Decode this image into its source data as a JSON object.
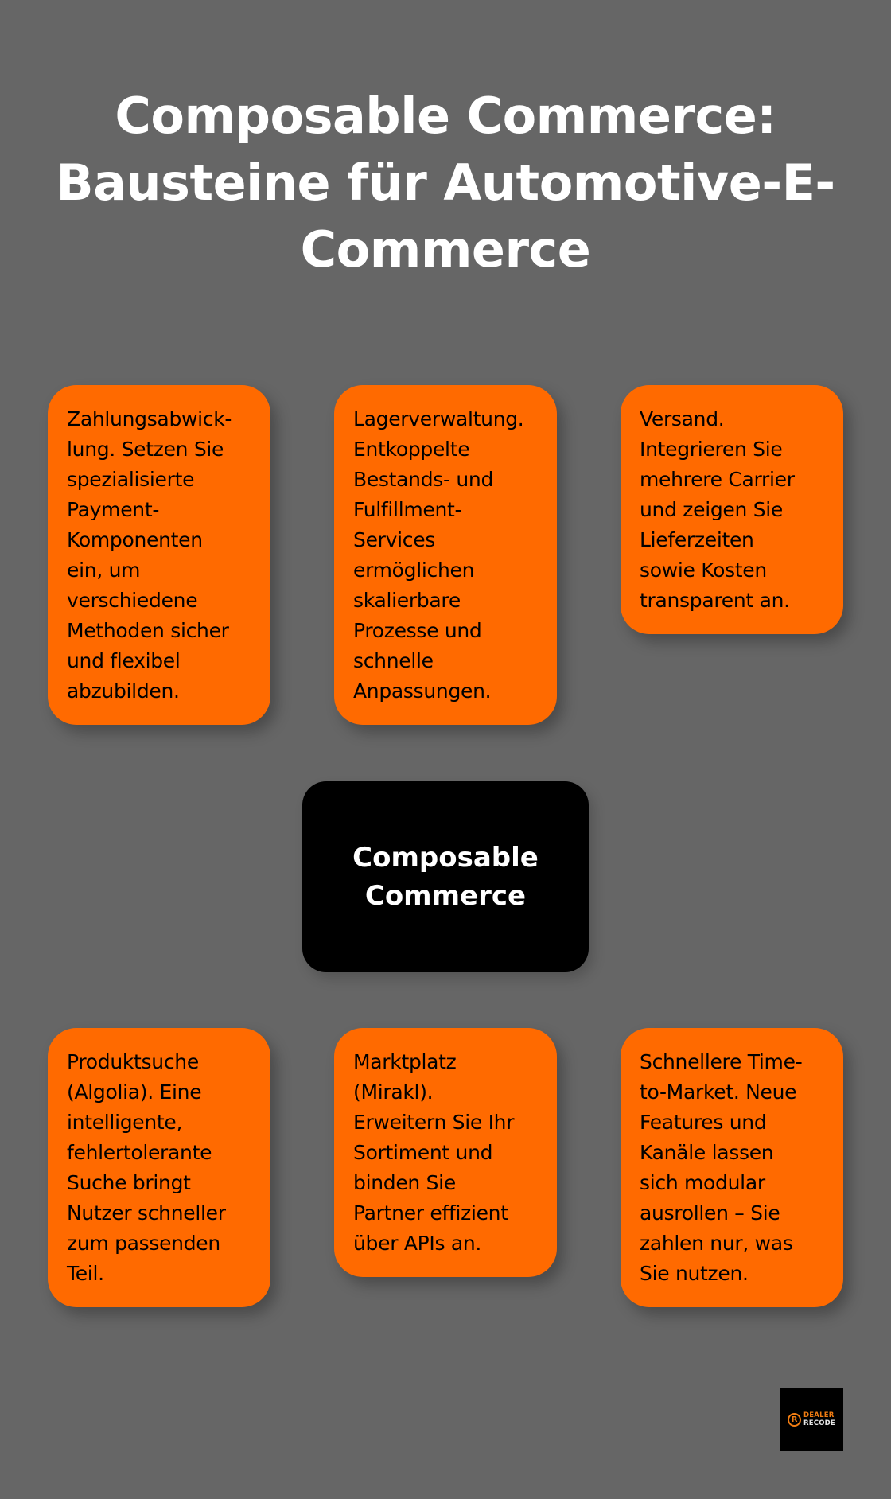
{
  "title": "Composable Commerce:\nBausteine für Automotive-E-Commerce",
  "title_lines": [
    "Composable Commerce:",
    "Bausteine für Automotive-E-",
    "Commerce"
  ],
  "center": {
    "label": "Composable\nCommerce"
  },
  "colors": {
    "background": "#666666",
    "card": "#ff6a00",
    "center_box": "#000000",
    "title_text": "#ffffff",
    "card_text": "#000000",
    "logo_accent": "#f07c12"
  },
  "cards_top": [
    {
      "text": "Zahlungsabwick-\nlung. Setzen Sie\nspezialisierte\nPayment-\nKomponenten\nein, um\nverschiedene\nMethoden sicher\nund flexibel\nabzubilden."
    },
    {
      "text": "Lagerverwaltung.\nEntkoppelte\nBestands- und\nFulfillment-\nServices\nermöglichen\nskalierbare\nProzesse und\nschnelle\nAnpassungen."
    },
    {
      "text": "Versand.\nIntegrieren Sie\nmehrere Carrier\nund zeigen Sie\nLieferzeiten\nsowie Kosten\ntransparent an."
    }
  ],
  "cards_bottom": [
    {
      "text": "Produktsuche\n(Algolia). Eine\nintelligente,\nfehlertolerante\nSuche bringt\nNutzer schneller\nzum passenden\nTeil."
    },
    {
      "text": "Marktplatz\n(Mirakl).\nErweitern Sie Ihr\nSortiment und\nbinden Sie\nPartner effizient\nüber APIs an."
    },
    {
      "text": "Schnellere Time-\nto-Market. Neue\nFeatures und\nKanäle lassen\nsich modular\nausrollen – Sie\nzahlen nur, was\nSie nutzen."
    }
  ],
  "logo": {
    "icon": "r-circle-logo-icon",
    "icon_glyph": "R",
    "line1": "DEALER",
    "line2": "RECODE"
  }
}
